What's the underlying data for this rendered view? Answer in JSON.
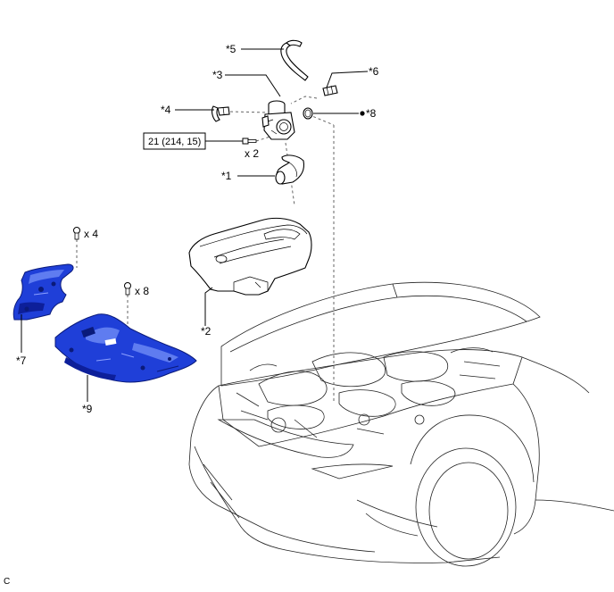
{
  "callouts": {
    "p1": "*1",
    "p2": "*2",
    "p3": "*3",
    "p4": "*4",
    "p5": "*5",
    "p6": "*6",
    "p7": "*7",
    "p8": "*8",
    "p9": "*9"
  },
  "torque": "21 (214, 15)",
  "quantities": {
    "bolt_engine": "x 2",
    "clip_cover_7": "x 4",
    "clip_cover_9": "x 8"
  },
  "figure_code": "C",
  "colors": {
    "highlight_parts": "#1f3fd8",
    "outline": "#000000",
    "leader_dashed": "#666666"
  }
}
